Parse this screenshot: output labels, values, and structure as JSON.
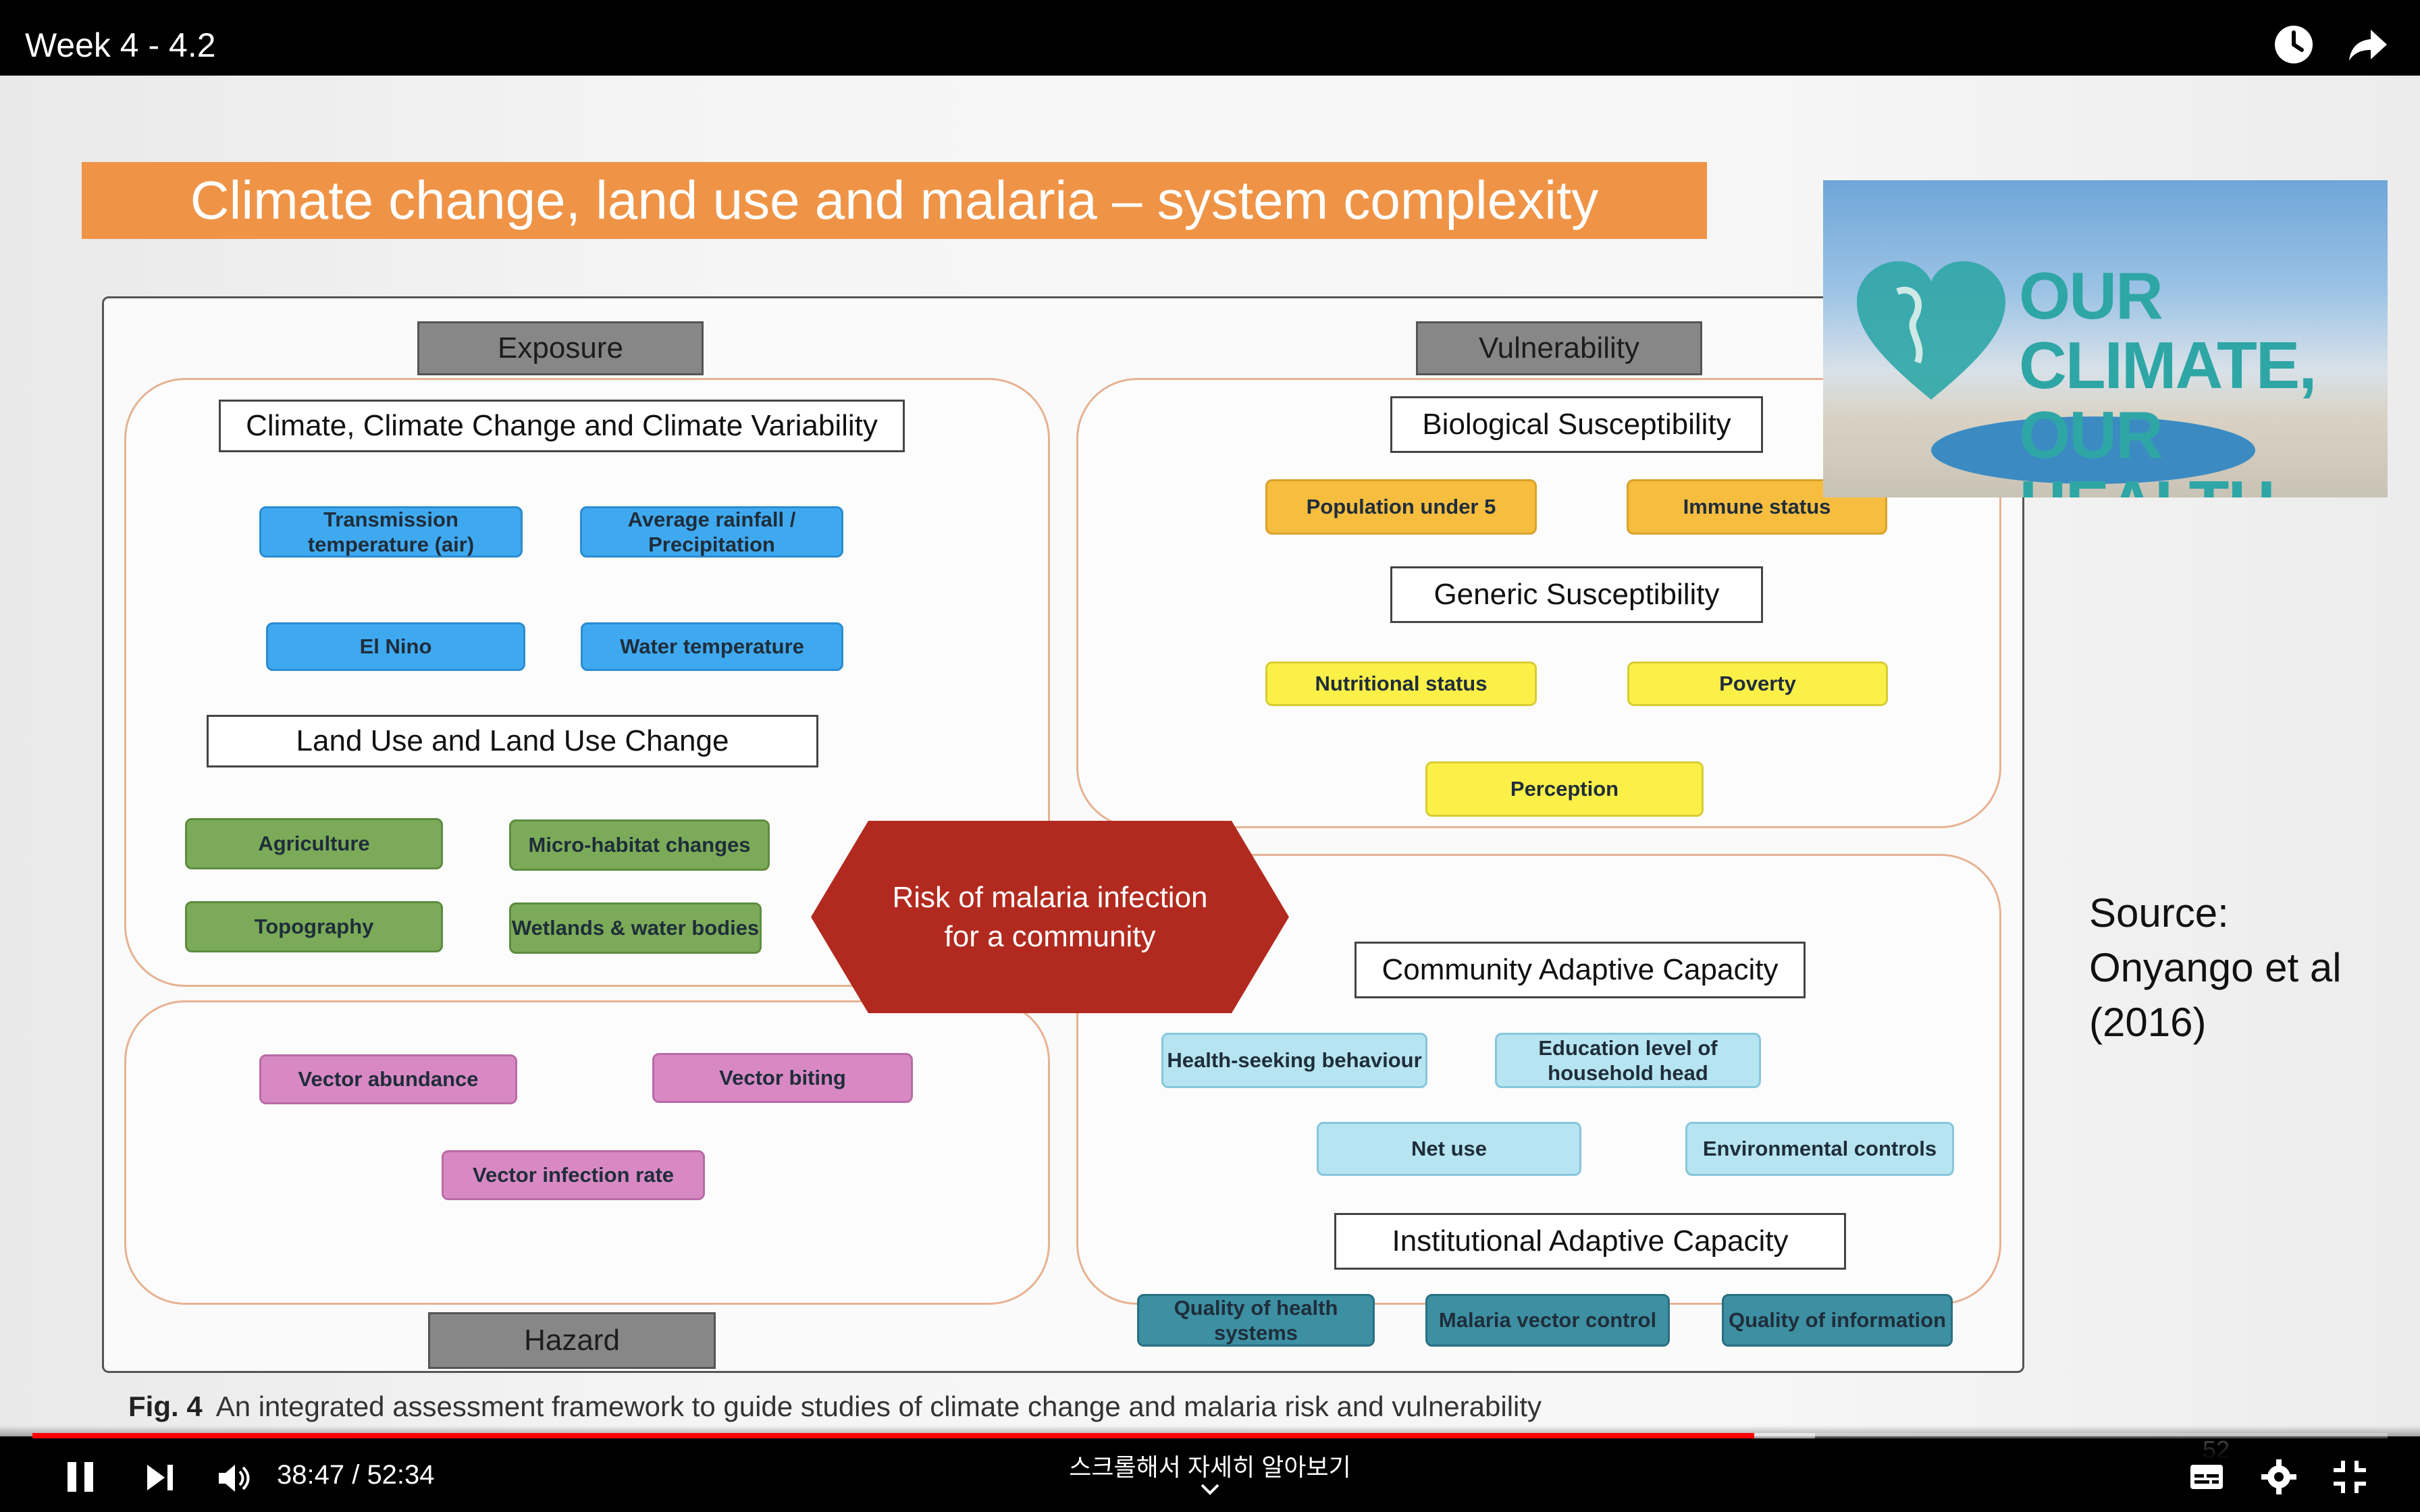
{
  "player": {
    "title": "Week 4 - 4.2",
    "time_display": "38:47 / 52:34",
    "scroll_hint": "스크롤해서 자세히 알아보기",
    "progress_played_fraction": 0.731,
    "progress_buffered_fraction": 0.757,
    "icons": [
      "clock-icon",
      "share-icon",
      "pause-icon",
      "next-icon",
      "volume-icon",
      "captions-icon",
      "settings-icon",
      "exit-fullscreen-icon"
    ]
  },
  "slide": {
    "title": "Climate change, land use and malaria – system complexity",
    "exposure_header": "Exposure",
    "vulnerability_header": "Vulnerability",
    "hazard_header": "Hazard",
    "climate_label": "Climate, Climate Change and Climate Variability",
    "climate_items": [
      "Transmission temperature (air)",
      "Average rainfall / Precipitation",
      "El Nino",
      "Water temperature"
    ],
    "landuse_label": "Land Use and Land Use Change",
    "landuse_items": [
      "Agriculture",
      "Micro-habitat changes",
      "Topography",
      "Wetlands & water bodies"
    ],
    "vector_items": [
      "Vector abundance",
      "Vector biting",
      "Vector infection rate"
    ],
    "biological_label": "Biological Susceptibility",
    "biological_items": [
      "Population under 5",
      "Immune status"
    ],
    "generic_label": "Generic Susceptibility",
    "generic_items": [
      "Nutritional status",
      "Poverty",
      "Perception"
    ],
    "community_label": "Community Adaptive Capacity",
    "community_items": [
      "Health-seeking behaviour",
      "Education level of household head",
      "Net use",
      "Environmental controls"
    ],
    "institutional_label": "Institutional Adaptive Capacity",
    "institutional_items": [
      "Quality of health systems",
      "Malaria vector control",
      "Quality of information"
    ],
    "center": "Risk of malaria infection for a community",
    "caption_fig": "Fig. 4",
    "caption_text": "An integrated assessment framework to guide studies of climate change and malaria risk and vulnerability",
    "source": "Source:\nOnyango et al\n(2016)",
    "page_number": "52"
  },
  "banner": {
    "line1": "OUR CLIMATE,",
    "line2": "OUR HEALTH.",
    "color": "#2fa6a6"
  }
}
